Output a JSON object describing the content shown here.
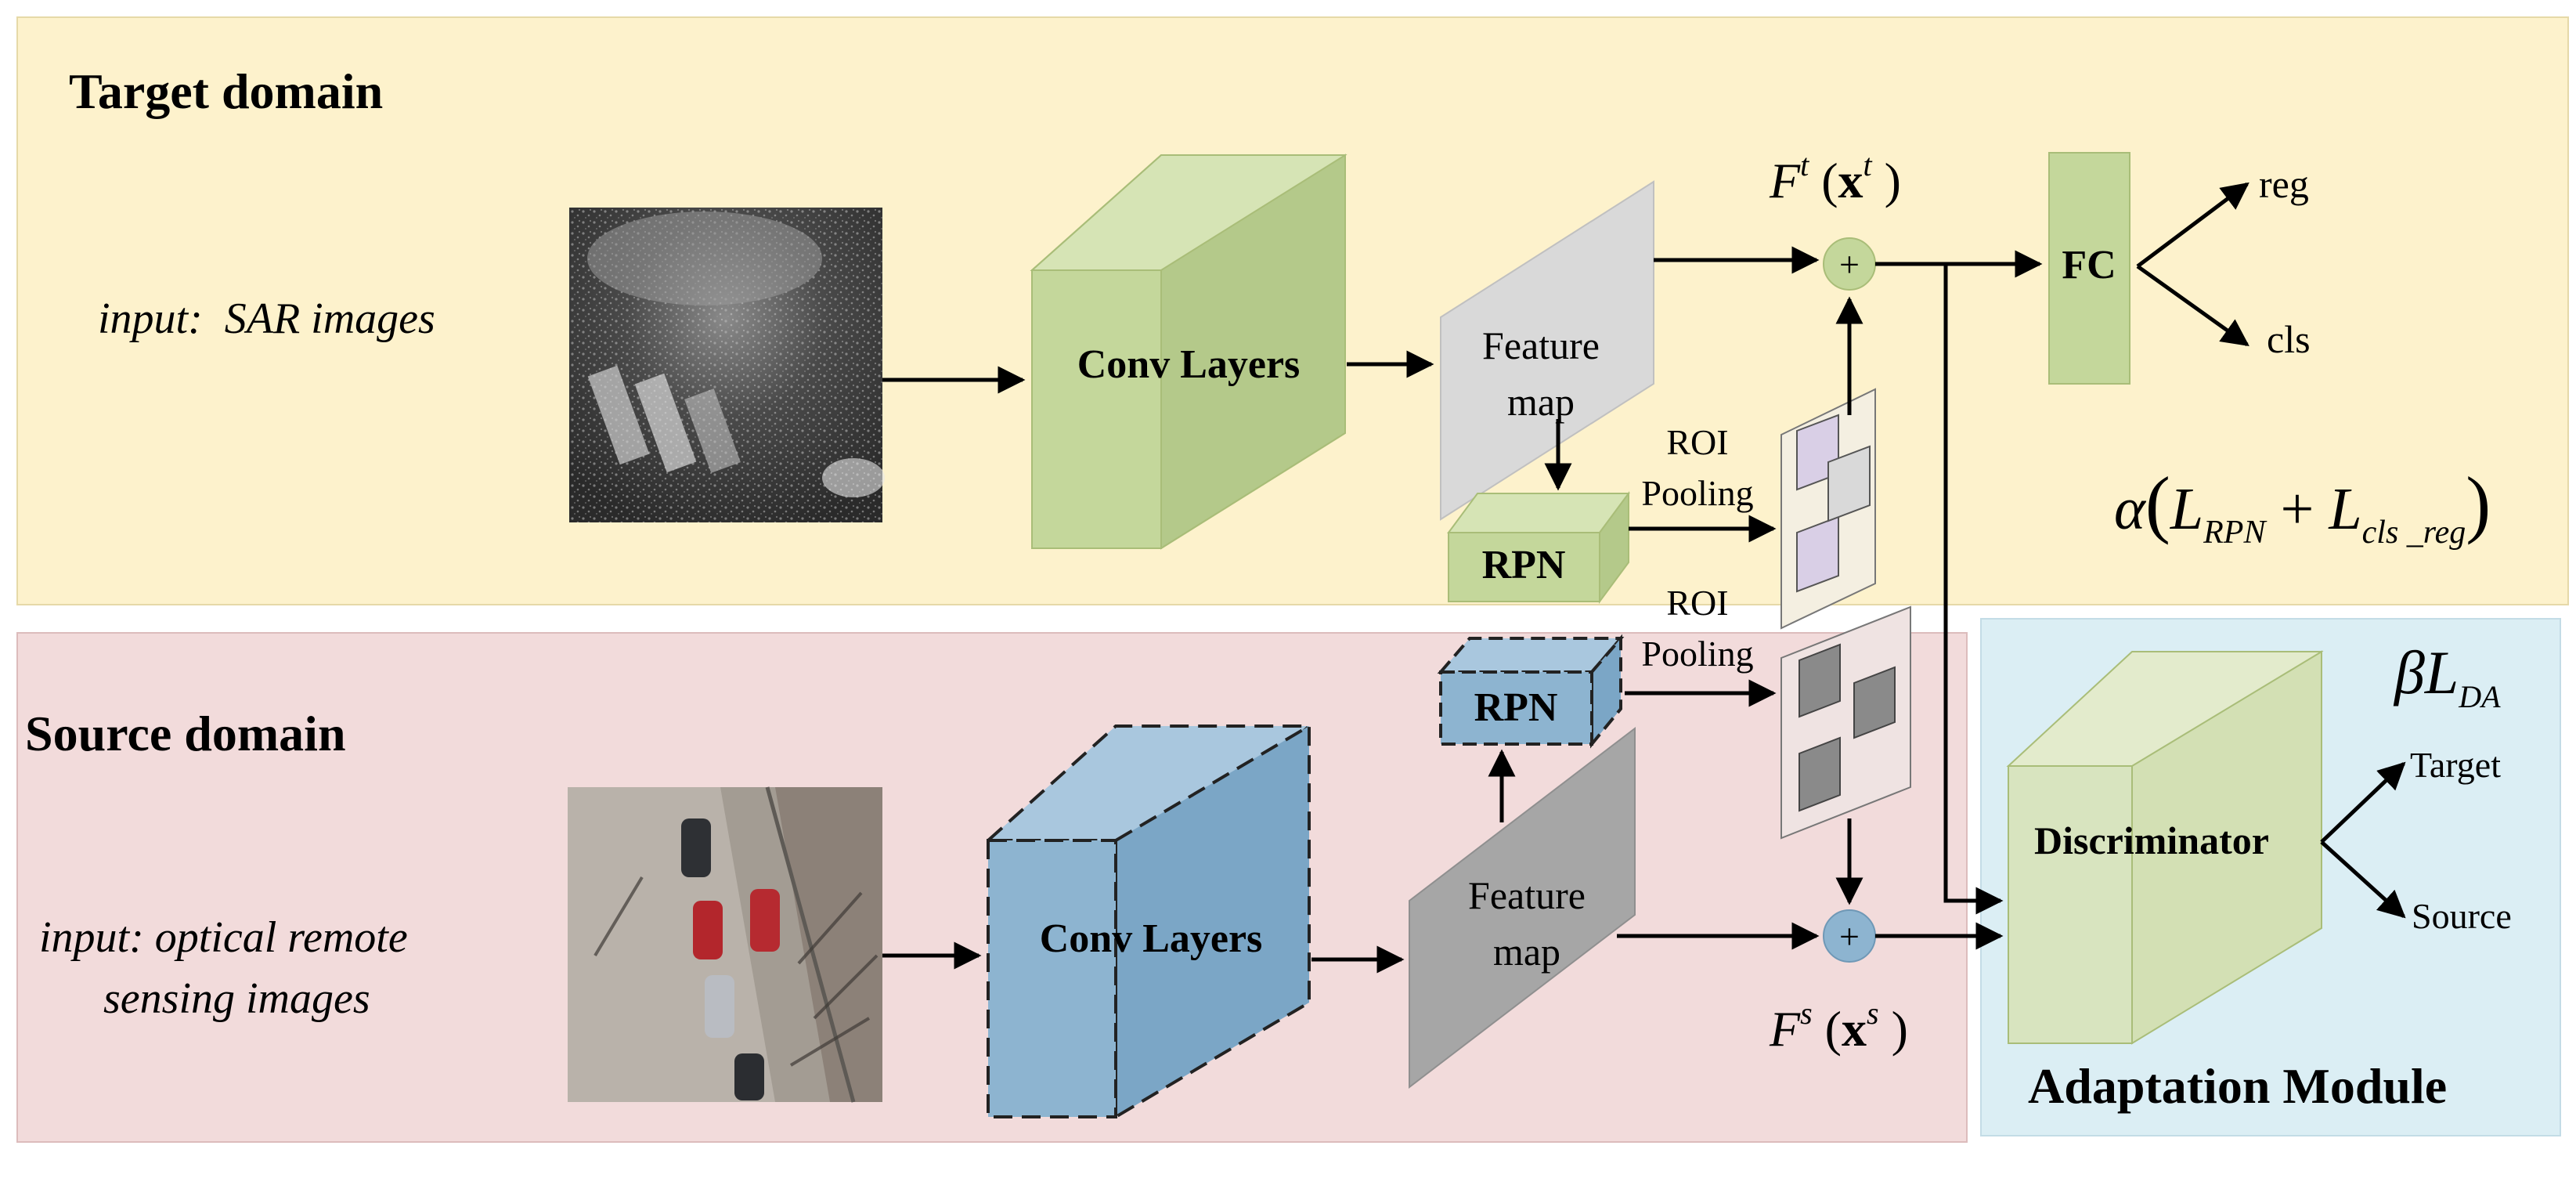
{
  "target_panel": {
    "title": "Target domain",
    "input_label": "input:  SAR images",
    "conv_label": "Conv Layers",
    "feature_map_line1": "Feature",
    "feature_map_line2": "map",
    "rpn_label": "RPN",
    "roi_line1": "ROI",
    "roi_line2": "Pooling",
    "fc_label": "FC",
    "reg_label": "reg",
    "cls_label": "cls",
    "feature_F": "F",
    "feature_sup": "t",
    "feature_x": "x",
    "feature_x_sup": "t",
    "loss_alpha": "α",
    "loss_L1": "L",
    "loss_L1_sub": "RPN",
    "loss_plus": "+",
    "loss_L2": "L",
    "loss_L2_sub": "cls _reg"
  },
  "source_panel": {
    "title": "Source domain",
    "input_line1": "input: optical remote",
    "input_line2": "sensing images",
    "conv_label": "Conv Layers",
    "feature_map_line1": "Feature",
    "feature_map_line2": "map",
    "rpn_label": "RPN",
    "roi_line1": "ROI",
    "roi_line2": "Pooling",
    "feature_F": "F",
    "feature_sup": "s",
    "feature_x": "x",
    "feature_x_sup": "s"
  },
  "adaptation_panel": {
    "title": "Adaptation Module",
    "discriminator_label": "Discriminator",
    "target_label": "Target",
    "source_label": "Source",
    "loss_beta": "β",
    "loss_L": "L",
    "loss_sub": "DA"
  },
  "plus_symbol": "+",
  "colors": {
    "target_bg": "#fdf2cc",
    "source_bg": "#f2dbdb",
    "adaptation_bg": "#dbeef4",
    "green_block": "#c4d79b",
    "blue_block": "#8db4d0",
    "feature_light": "#d9d9d9",
    "feature_dark": "#a6a6a6",
    "plus_circle": "#c4d79b",
    "plus_circle_blue": "#8db4d0"
  }
}
